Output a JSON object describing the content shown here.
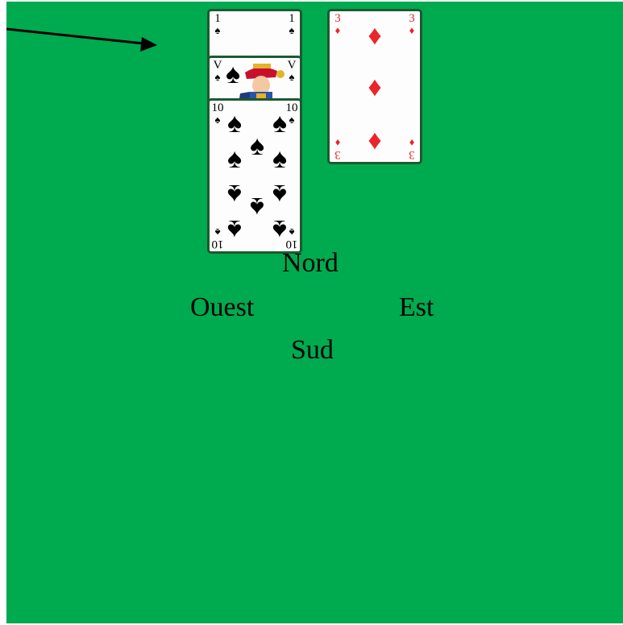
{
  "colors": {
    "felt": "#00aa4f",
    "red_suit": "#e8262b",
    "black_suit": "#000000",
    "card_border": "#1d5a2f"
  },
  "pointer": {
    "icon": "arrow-pointer-icon"
  },
  "cards": {
    "ace_spades": {
      "rank": "1",
      "suit": "♠",
      "icon": "spade-icon"
    },
    "jack_spades": {
      "rank": "V",
      "suit": "♠",
      "icon": "jack-face-icon"
    },
    "ten_spades": {
      "rank": "10",
      "suit": "♠",
      "icon": "spade-icon"
    },
    "three_diamonds": {
      "rank": "3",
      "suit": "♦",
      "icon": "diamond-icon"
    }
  },
  "seats": {
    "north": "Nord",
    "west": "Ouest",
    "east": "Est",
    "south": "Sud"
  }
}
